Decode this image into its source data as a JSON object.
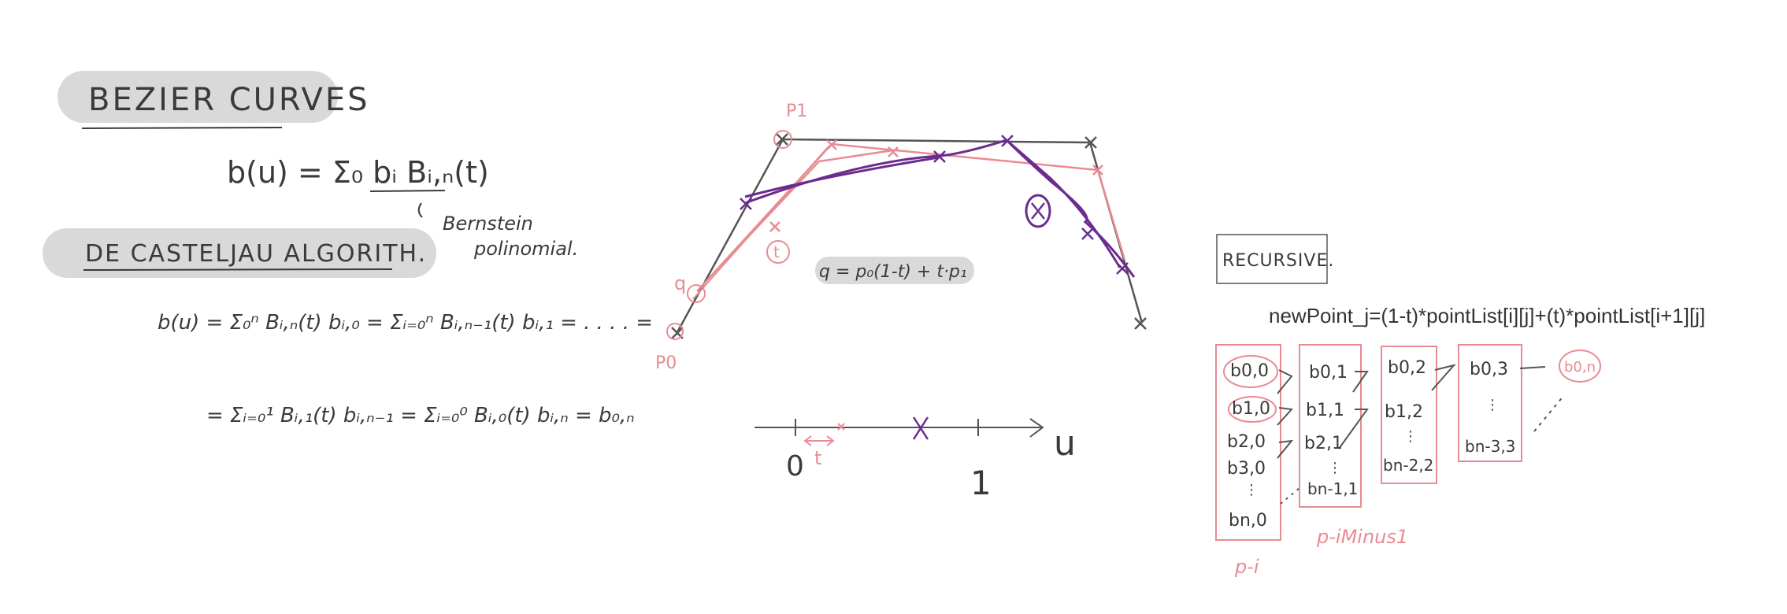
{
  "title": "BEZIER CURVES",
  "formula_main": "b(u) = Σ₀ bᵢ Bᵢ,ₙ(t)",
  "bernstein_note_line1": "Bernstein",
  "bernstein_note_line2": "polinomial.",
  "algorithm_title": "DE CASTELJAU ALGORITH.",
  "formula_line1": "b(u) = Σ₀ⁿ Bᵢ,ₙ(t) bᵢ,₀ = Σᵢ₌₀ⁿ Bᵢ,ₙ₋₁(t) bᵢ,₁ = . . . . =",
  "formula_line2": "= Σᵢ₌₀¹ Bᵢ,₁(t) bᵢ,ₙ₋₁ = Σᵢ₌₀⁰ Bᵢ,₀(t) bᵢ,ₙ = b₀,ₙ",
  "diagram": {
    "p1_label": "P1",
    "p0_label": "P0",
    "q_label": "q",
    "t_label": "t",
    "q_formula": "q = p₀(1-t) + t·p₁",
    "axis_zero": "0",
    "axis_one": "1",
    "axis_u": "u",
    "axis_t": "t"
  },
  "recursive_label": "RECURSIVE.",
  "code_line": "newPoint_j=(1-t)*pointList[i][j]+(t)*pointList[i+1][j]",
  "table": {
    "col0": [
      "b0,0",
      "b1,0",
      "b2,0",
      "b3,0",
      "⋮",
      "bn,0"
    ],
    "col1": [
      "b0,1",
      "b1,1",
      "b2,1",
      "⋮",
      "bn-1,1"
    ],
    "col2": [
      "b0,2",
      "b1,2",
      "⋮",
      "bn-2,2"
    ],
    "col3": [
      "b0,3",
      "⋮",
      "bn-3,3"
    ],
    "final": "b0,n",
    "label_p_i": "p-i",
    "label_p_iminus1": "p-iMinus1"
  },
  "colors": {
    "ink": "#3a3a3a",
    "pink": "#e88b93",
    "purple": "#6a2c8f",
    "highlight": "#d9d9d9"
  }
}
